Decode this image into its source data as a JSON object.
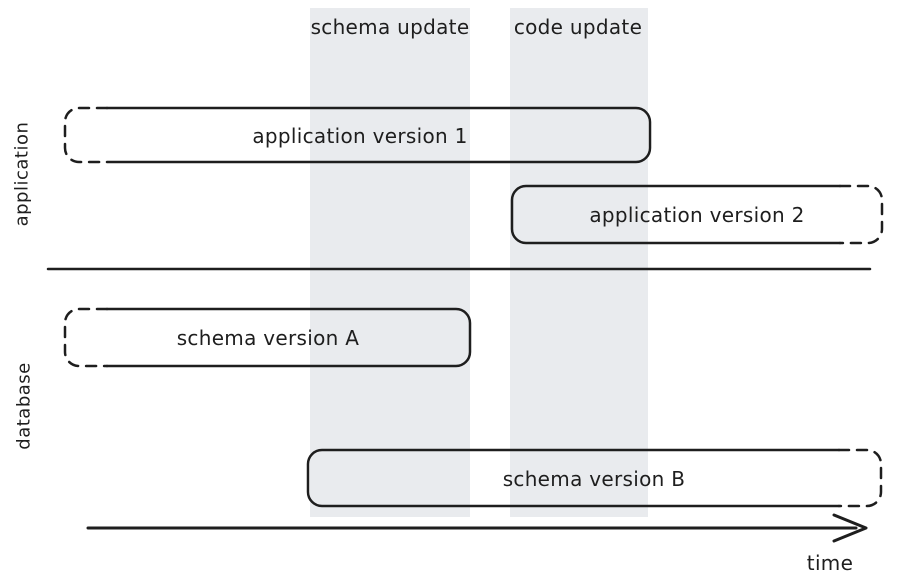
{
  "colors": {
    "background": "#ffffff",
    "band": "#e9ebee",
    "stroke": "#1e1e1e",
    "text": "#1e1e1e"
  },
  "phases": {
    "schema_update": {
      "label": "schema update"
    },
    "code_update": {
      "label": "code update"
    }
  },
  "lanes": {
    "application": {
      "label": "application"
    },
    "database": {
      "label": "database"
    }
  },
  "bars": {
    "app_v1": {
      "label": "application version 1"
    },
    "app_v2": {
      "label": "application version 2"
    },
    "schema_a": {
      "label": "schema version A"
    },
    "schema_b": {
      "label": "schema version B"
    }
  },
  "axis": {
    "label": "time"
  }
}
